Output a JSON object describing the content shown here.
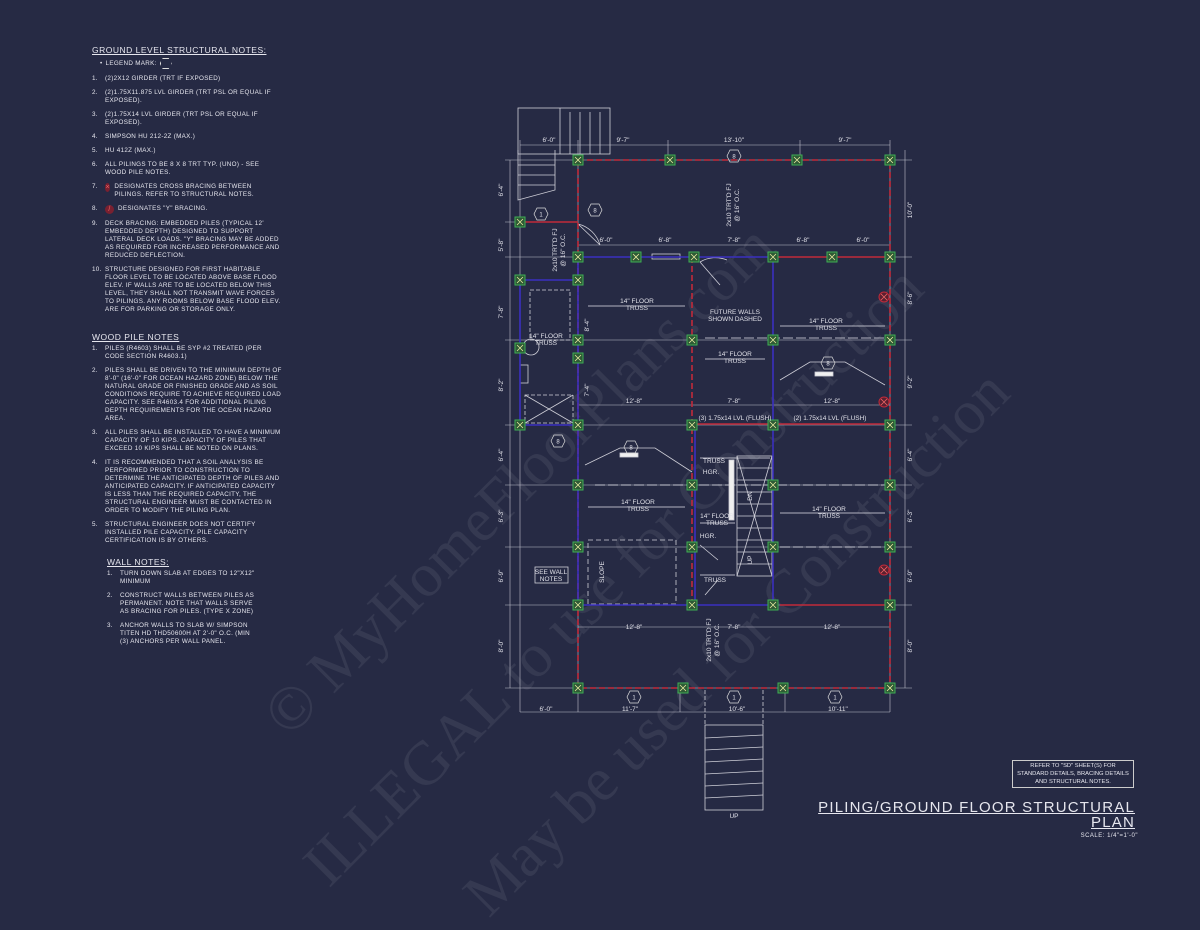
{
  "ground_notes": {
    "title": "Ground Level Structural Notes:",
    "legend_label": "Legend Mark:",
    "items": [
      {
        "n": "1.",
        "text": "(2)2x12 girder (TRT if exposed)"
      },
      {
        "n": "2.",
        "text": "(2)1.75x11.875 LVL girder (TRT PSL or equal if exposed)."
      },
      {
        "n": "3.",
        "text": "(2)1.75x14 LVL girder (TRT PSL or equal if exposed)."
      },
      {
        "n": "4.",
        "text": "Simpson HU 212-2Z (max.)"
      },
      {
        "n": "5.",
        "text": "HU 412Z (max.)"
      },
      {
        "n": "6.",
        "text": "All pilings to be 8 x 8 TRT typ. (UNO) - see wood pile notes."
      },
      {
        "n": "7.",
        "text": "Designates cross bracing between pilings. Refer to structural notes."
      },
      {
        "n": "8.",
        "text": "Designates \"Y\" bracing."
      },
      {
        "n": "9.",
        "text": "Deck bracing: embedded piles (typical 12' embedded depth) designed to support lateral deck loads. \"Y\" bracing may be added as required for increased performance and reduced deflection."
      },
      {
        "n": "10.",
        "text": "Structure designed for first habitable floor level to be located above base flood elev. If walls are to be located below this level, they shall not transmit wave forces to pilings. Any rooms below base flood elev. are for parking or storage only."
      }
    ]
  },
  "wood_pile_notes": {
    "title": "Wood Pile Notes",
    "items": [
      {
        "n": "1.",
        "text": "Piles (R4603) shall be SYP #2 treated (per code section R4603.1)"
      },
      {
        "n": "2.",
        "text": "Piles shall be driven to the minimum depth of 8'-0\" (16'-0\" for ocean hazard zone) below the natural grade or finished grade and as soil conditions require to achieve required load capacity. See R4603.4 for additional piling depth requirements for the ocean hazard area."
      },
      {
        "n": "3.",
        "text": "All piles shall be installed to have a minimum capacity of 10 kips. Capacity of piles that exceed 10 kips shall be noted on plans."
      },
      {
        "n": "4.",
        "text": "It is recommended that a soil analysis be performed prior to construction to determine the anticipated depth of piles and anticipated capacity. If anticipated capacity is less than the required capacity, the structural engineer must be contacted in order to modify the piling plan."
      },
      {
        "n": "5.",
        "text": "Structural engineer does not certify installed pile capacity. Pile capacity certification is by others."
      }
    ]
  },
  "wall_notes": {
    "title": "Wall Notes:",
    "items": [
      {
        "n": "1.",
        "text": "Turn down slab at edges to 12\"x12\" minimum"
      },
      {
        "n": "2.",
        "text": "Construct walls between piles as permanent. Note that walls serve as bracing for piles. (Type X zone)"
      },
      {
        "n": "3.",
        "text": "Anchor walls to slab w/ Simpson Titen HD THD50600H at 2'-0\" O.C. (min (3) anchors per wall panel."
      }
    ]
  },
  "plan": {
    "dims_top": [
      "6'-0\"",
      "9'-7\"",
      "13'-10\"",
      "9'-7\""
    ],
    "dims_top_inner": [
      "6'-0\"",
      "6'-8\"",
      "7'-8\"",
      "6'-8\"",
      "6'-0\""
    ],
    "dims_right": [
      "10'-0\"",
      "8'-6\"",
      "9'-2\"",
      "6'-4\"",
      "6'-3\"",
      "6'-9\"",
      "8'-0\""
    ],
    "dims_left": [
      "6'-4\"",
      "5'-8\"",
      "7'-8\"",
      "8'-2\"",
      "6'-4\"",
      "6'-3\"",
      "6'-9\"",
      "8'-0\""
    ],
    "dims_mid1": [
      "12'-8\"",
      "7'-8\"",
      "12'-8\""
    ],
    "dims_mid2": [
      "12'-8\"",
      "7'-8\"",
      "12'-8\""
    ],
    "dims_bottom": [
      "6'-0\"",
      "11'-7\"",
      "10'-6\"",
      "10'-11\""
    ],
    "dims_inner_left": [
      "8'-4\"",
      "7'-4\""
    ],
    "joist_label_1": "2x10 TRT'D FJ",
    "joist_label_2": "@ 16\" O.C.",
    "truss_label_1": "14\" FLOOR",
    "truss_label_2": "TRUSS",
    "future_walls_1": "FUTURE WALLS",
    "future_walls_2": "SHOWN DASHED",
    "lvl_3": "(3) 1.75x14 LVL (FLUSH)",
    "lvl_2": "(2) 1.75x14 LVL (FLUSH)",
    "hgr": "HGR.",
    "truss": "TRUSS",
    "see_wall_1": "SEE WALL",
    "see_wall_2": "NOTES",
    "slope": "SLOPE",
    "up": "UP",
    "dn": "DN",
    "mark_1": "1",
    "mark_8": "8",
    "colors": {
      "pile": "#3fae55",
      "girder": "#c02a3a",
      "wall": "#3a2fc0",
      "line": "#d8d8e0"
    }
  },
  "ref_note": "Refer to \"SD\" sheet(s) for standard details, bracing details and structural notes.",
  "title_line1": "Piling/Ground Floor Structural",
  "title_line2": "Plan",
  "scale": "Scale: 1/4\"=1'-0\"",
  "watermark": [
    "© MyHomeFloorPlans.com",
    "ILLEGAL to use for Construction",
    "May be used for Construction"
  ]
}
